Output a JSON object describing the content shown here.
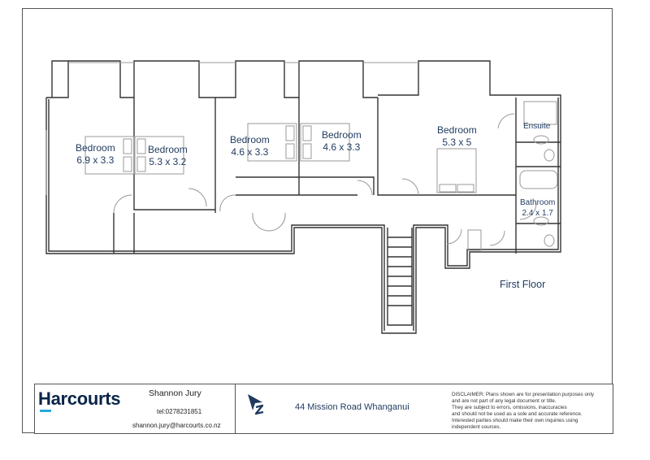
{
  "plan": {
    "floor_label": "First Floor",
    "rooms": [
      {
        "name": "Bedroom",
        "size": "6.9 x 3.3"
      },
      {
        "name": "Bedroom",
        "size": "5.3 x 3.2"
      },
      {
        "name": "Bedroom",
        "size": "4.6 x 3.3"
      },
      {
        "name": "Bedroom",
        "size": "4.6 x 3.3"
      },
      {
        "name": "Bedroom",
        "size": "5.3 x 5"
      },
      {
        "name": "Ensuite",
        "size": ""
      },
      {
        "name": "Bathroom",
        "size": "2.4 x 1.7"
      }
    ]
  },
  "title_block": {
    "brand": "Harcourts",
    "brand_color": "#0b2548",
    "brand_accent": "#29a8e0",
    "agent_name": "Shannon Jury",
    "agent_tel": "tel:0278231851",
    "agent_email": "shannon.jury@harcourts.co.nz",
    "compass_icon": "north-arrow-icon",
    "address": "44 Mission Road Whanganui",
    "disclaimer": "DISCLAIMER:  Plans shown are for presentation purposes only and are not part of any legal document or title. They are subject to errors, omissions, inaccuracies and should not be used as a sole and accurate reference. Interested parties should make their own inquiries using independent sources.",
    "disclaimer_lines": [
      "DISCLAIMER:  Plans shown are for presentation purposes only",
      "and are not part of any legal document or title.",
      "They are subject to errors, omissions, inaccuracies",
      "and should not be used as a sole and accurate reference.",
      "Interested parties should make their own inquiries using",
      "independent sources."
    ]
  }
}
